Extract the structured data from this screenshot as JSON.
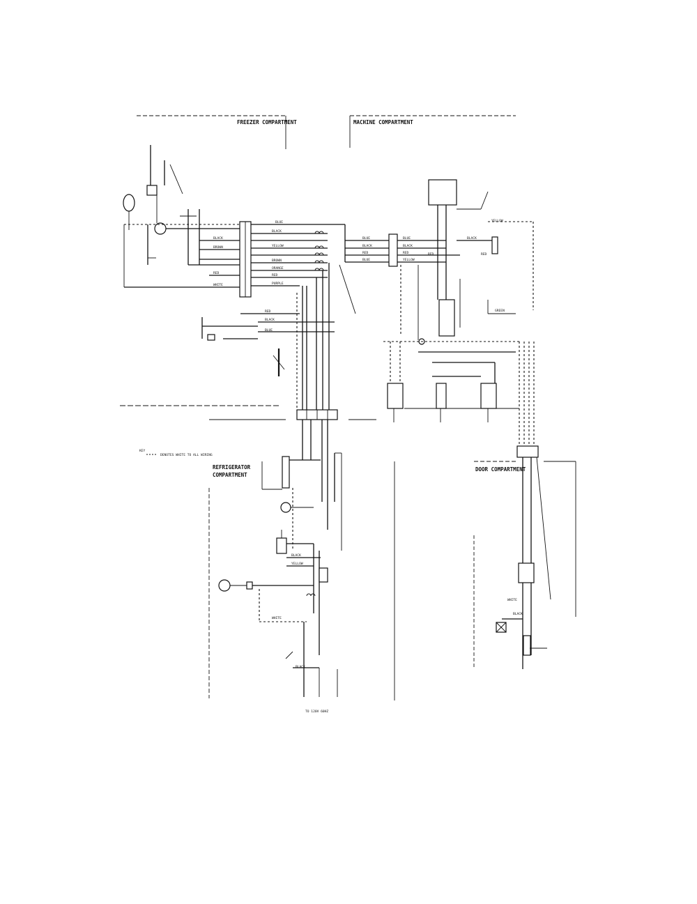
{
  "compartments": {
    "freezer": "FREEZER COMPARTMENT",
    "machine": "MACHINE COMPARTMENT",
    "refrigerator_line1": "REFRIGERATOR",
    "refrigerator_line2": "COMPARTMENT",
    "door": "DOOR COMPARTMENT"
  },
  "wire_colors": {
    "blue": "BLUE",
    "black": "BLACK",
    "brown": "BROWN",
    "yellow": "YELLOW",
    "orange": "ORANGE",
    "red": "RED",
    "purple": "PURPLE",
    "white": "WHITE",
    "green": "GREEN"
  },
  "legend": {
    "key": "KEY",
    "text": "DENOTES WHITE TO ALL WIRING"
  },
  "bottom_label": "TO 120V 60HZ"
}
